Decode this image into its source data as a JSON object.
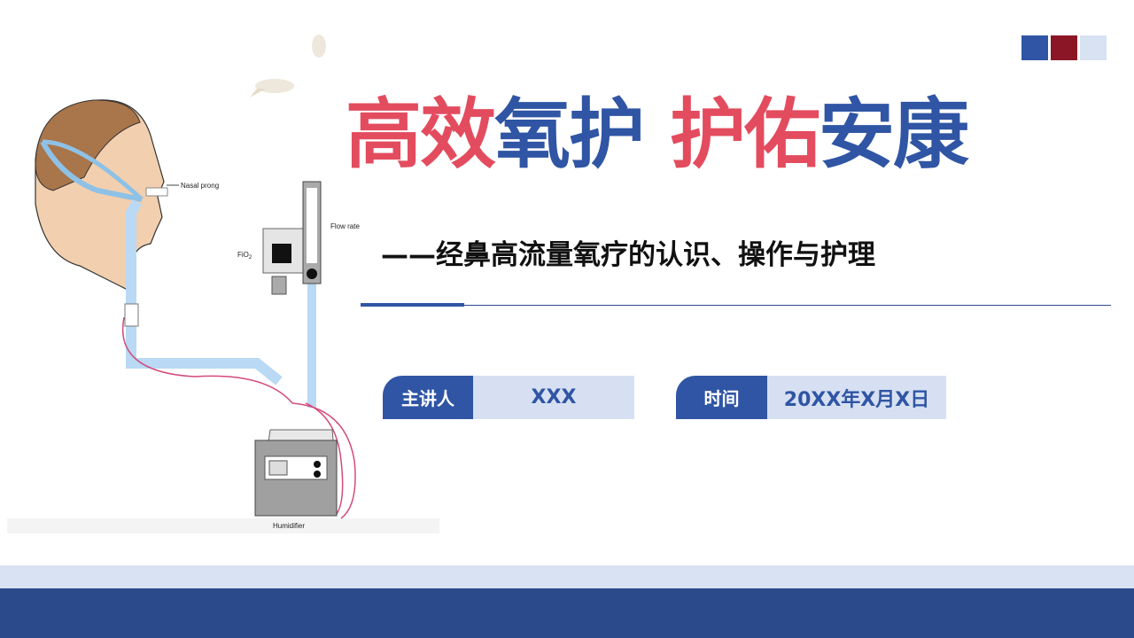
{
  "title": {
    "part1": "高效",
    "part2": "氧护",
    "part3": "护佑",
    "part4": "安康"
  },
  "subtitle": "——经鼻高流量氧疗的认识、操作与护理",
  "presenter": {
    "label": "主讲人",
    "value": "XXX"
  },
  "date": {
    "label": "时间",
    "value": "20XX年X月X日"
  },
  "illustration": {
    "nasal_prong": "Nasal prong",
    "flow_rate": "Flow rate",
    "fio2": "FiO",
    "fio2_sub": "2",
    "humidifier": "Humidifier"
  },
  "colors": {
    "blue": "#2f55a4",
    "red": "#e34c5e",
    "dark_red": "#8b1726",
    "light_blue": "#d9e2f3",
    "navy": "#2b4a8b"
  }
}
